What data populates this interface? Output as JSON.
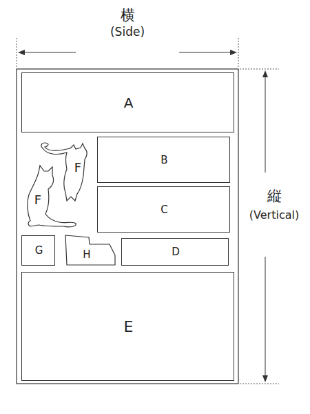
{
  "diagram": {
    "nodes": [
      {
        "text": [
          "A"
        ]
      },
      {
        "text": [
          "F"
        ]
      },
      {
        "text": [
          "B"
        ]
      },
      {
        "text": [
          "F"
        ]
      },
      {
        "text": [
          "C"
        ]
      },
      {
        "text": [
          "G"
        ]
      },
      {
        "text": [
          "H"
        ]
      },
      {
        "text": [
          "D"
        ]
      },
      {
        "text": [
          "E"
        ]
      }
    ],
    "labels": [
      "横",
      "(Side)",
      "縦",
      "(Vertical)"
    ]
  }
}
